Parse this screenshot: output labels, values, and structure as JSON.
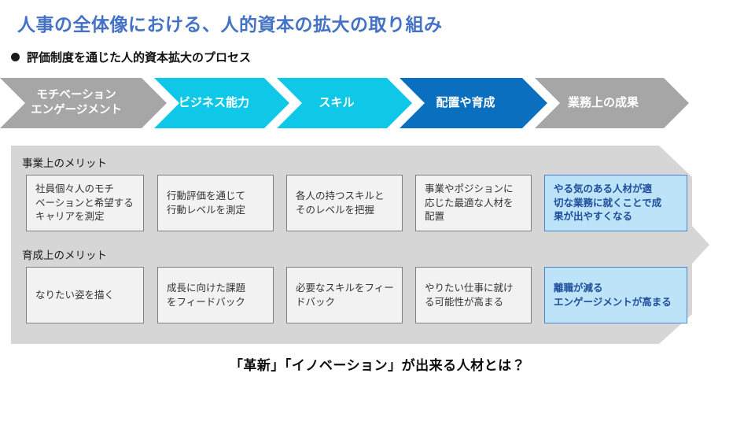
{
  "slide": {
    "title": "人事の全体像における、人的資本の拡大の取り組み",
    "subtitle": "評価制度を通じた人的資本拡大のプロセス",
    "caption": "「革新」「イノベーション」が出来る人材とは？"
  },
  "colors": {
    "title_blue": "#4472C4",
    "chevron_gray": "#A6A6A6",
    "chevron_cyan": "#0FC8E8",
    "chevron_dark_blue": "#0B6FC0",
    "panel_gray": "#D6D6D6",
    "box_gray": "#F2F2F2",
    "highlight_fill": "#BDE3F8",
    "highlight_text": "#1F4E9C",
    "highlight_border": "#4A86C8"
  },
  "process": {
    "steps": [
      {
        "id": "motivation-engagement",
        "line1": "モチベーション",
        "line2": "エンゲージメント",
        "color": "#A6A6A6"
      },
      {
        "id": "business-capability",
        "line1": "ビジネス能力",
        "line2": "",
        "color": "#0FC8E8"
      },
      {
        "id": "skill",
        "line1": "スキル",
        "line2": "",
        "color": "#0FC8E8"
      },
      {
        "id": "placement-development",
        "line1": "配置や育成",
        "line2": "",
        "color": "#0B6FC0"
      },
      {
        "id": "business-results",
        "line1": "業務上の成果",
        "line2": "",
        "color": "#A6A6A6"
      }
    ]
  },
  "merits": {
    "business": {
      "label": "事業上のメリット",
      "items": [
        {
          "id": "measure-motivation-career",
          "lines": [
            "社員個々人のモチ",
            "ベーションと希望する",
            "キャリアを測定"
          ],
          "highlighted": false
        },
        {
          "id": "measure-behavior-level",
          "lines": [
            "行動評価を通じて",
            "行動レベルを測定"
          ],
          "highlighted": false
        },
        {
          "id": "grasp-skill-level",
          "lines": [
            "各人の持つスキルと",
            "そのレベルを把握"
          ],
          "highlighted": false
        },
        {
          "id": "optimal-placement",
          "lines": [
            "事業やポジションに",
            "応じた最適な人材を",
            "配置"
          ],
          "highlighted": false
        },
        {
          "id": "motivated-talent-results",
          "lines": [
            "やる気のある人材が適",
            "切な業務に就くことで成",
            "果が出やすくなる"
          ],
          "highlighted": true
        }
      ]
    },
    "development": {
      "label": "育成上のメリット",
      "items": [
        {
          "id": "draw-desired-self",
          "lines": [
            "なりたい姿を描く"
          ],
          "highlighted": false
        },
        {
          "id": "feedback-growth-issues",
          "lines": [
            "成長に向けた課題",
            "をフィードバック"
          ],
          "highlighted": false
        },
        {
          "id": "feedback-needed-skills",
          "lines": [
            "必要なスキルをフィー",
            "ドバック"
          ],
          "highlighted": false
        },
        {
          "id": "desired-job-possibility",
          "lines": [
            "やりたい仕事に就け",
            "る可能性が高まる"
          ],
          "highlighted": false
        },
        {
          "id": "reduce-turnover-engagement",
          "lines": [
            "離職が減る",
            "エンゲージメントが高まる"
          ],
          "highlighted": true
        }
      ]
    }
  }
}
